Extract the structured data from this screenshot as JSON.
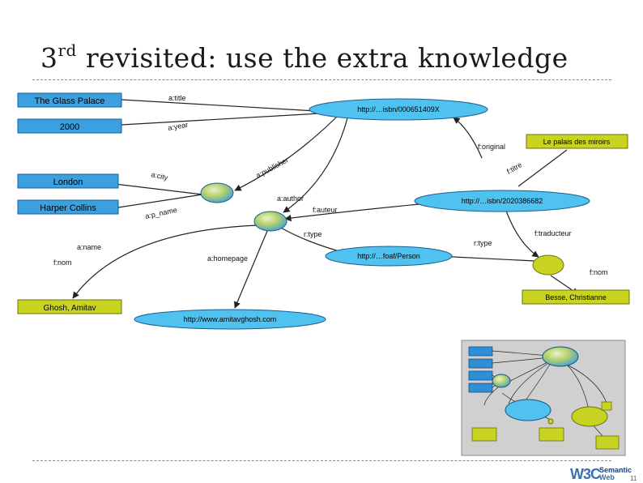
{
  "slide": {
    "title_main": "3",
    "title_sup": "rd",
    "title_rest": " revisited: use the extra knowledge",
    "logo": {
      "w3c": "W3C",
      "line1": "Semantic",
      "line2": "Web"
    },
    "page_number": "11"
  },
  "colors": {
    "box": "#3aa0e0",
    "lightblue": "#4fc2f0",
    "yellow": "#c8d420",
    "text": "#111111",
    "arrow": "#222222"
  },
  "literal_boxes": [
    {
      "id": "glass",
      "label": "The Glass Palace",
      "color": "box"
    },
    {
      "id": "y2000",
      "label": "2000",
      "color": "box"
    },
    {
      "id": "london",
      "label": "London",
      "color": "box"
    },
    {
      "id": "harper",
      "label": "Harper Collins",
      "color": "box"
    },
    {
      "id": "ghosh",
      "label": "Ghosh, Amitav",
      "color": "yellow"
    },
    {
      "id": "palais",
      "label": "Le palais des miroirs",
      "color": "yellow"
    },
    {
      "id": "besse",
      "label": "Besse, Christianne",
      "color": "yellow"
    }
  ],
  "resource_nodes": [
    {
      "id": "isbn1",
      "label": "http://…isbn/000651409X"
    },
    {
      "id": "isbn2",
      "label": "http://…isbn/2020386682"
    },
    {
      "id": "foaf",
      "label": "http://…foaf/Person"
    },
    {
      "id": "homepage",
      "label": "http://www.amitavghosh.com"
    }
  ],
  "edge_labels": [
    {
      "id": "e_title",
      "label": "a:title"
    },
    {
      "id": "e_year",
      "label": "a:year"
    },
    {
      "id": "e_city",
      "label": "a:city"
    },
    {
      "id": "e_pname",
      "label": "a:p_name"
    },
    {
      "id": "e_publisher",
      "label": "a:publisher"
    },
    {
      "id": "e_author",
      "label": "a:author"
    },
    {
      "id": "e_auteur",
      "label": "f:auteur"
    },
    {
      "id": "e_original",
      "label": "f:original"
    },
    {
      "id": "e_ftitre",
      "label": "f:titre"
    },
    {
      "id": "e_rtype1",
      "label": "r:type"
    },
    {
      "id": "e_rtype2",
      "label": "r:type"
    },
    {
      "id": "e_traducteur",
      "label": "f:traducteur"
    },
    {
      "id": "e_aname",
      "label": "a:name"
    },
    {
      "id": "e_fnom1",
      "label": "f:nom"
    },
    {
      "id": "e_homepage",
      "label": "a:homepage"
    },
    {
      "id": "e_fnom2",
      "label": "f:nom"
    }
  ]
}
